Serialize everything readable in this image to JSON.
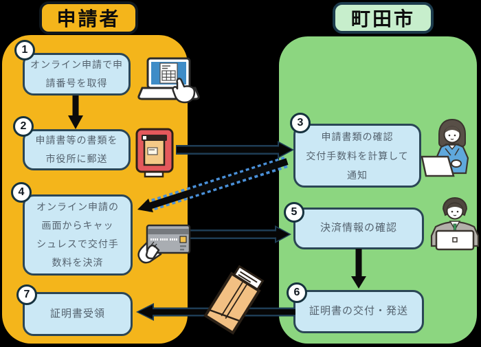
{
  "lanes": [
    {
      "title": "申請者"
    },
    {
      "title": "町田市"
    }
  ],
  "steps": [
    {
      "num": "1",
      "lane": "申請者",
      "icon": "laptop-cursor-icon",
      "lines": [
        "オンライン申請で申",
        "請番号を取得"
      ]
    },
    {
      "num": "2",
      "lane": "申請者",
      "icon": "mailbox-icon",
      "lines": [
        "申請書等の書類を",
        "市役所に郵送"
      ]
    },
    {
      "num": "3",
      "lane": "町田市",
      "icon": "woman-at-laptop-icon",
      "lines": [
        "申請書類の確認",
        "交付手数料を計算して",
        "通知"
      ]
    },
    {
      "num": "4",
      "lane": "申請者",
      "icon": "credit-card-hand-icon",
      "lines": [
        "オンライン申請の",
        "画面からキャッ",
        "シュレスで交付手",
        "数料を決済"
      ]
    },
    {
      "num": "5",
      "lane": "町田市",
      "icon": "man-at-laptop-icon",
      "lines": [
        "決済情報の確認"
      ]
    },
    {
      "num": "6",
      "lane": "町田市",
      "icon": "envelope-icon",
      "lines": [
        "証明書の交付・発送"
      ]
    },
    {
      "num": "7",
      "lane": "申請者",
      "lines": [
        "証明書受領"
      ]
    }
  ],
  "connections": [
    {
      "from": "1",
      "to": "2",
      "style": "solid-black"
    },
    {
      "from": "2",
      "to": "3",
      "style": "solid-black"
    },
    {
      "from": "3",
      "to": "4",
      "style": "black-with-blue-dashed-edges"
    },
    {
      "from": "4",
      "to": "5",
      "style": "solid-black"
    },
    {
      "from": "5",
      "to": "6",
      "style": "solid-black"
    },
    {
      "from": "6",
      "to": "7",
      "style": "solid-black"
    }
  ],
  "colors": {
    "background": "#000000",
    "applicant_lane": "#F4B51B",
    "city_lane": "#8CD680",
    "applicant_header_bg": "#F4B51B",
    "city_header_bg": "#C7EECC",
    "step_box_bg": "#CBE8F5",
    "step_box_border": "#2B4656",
    "step_text": "#54626E",
    "arrow": "#0B0B0B",
    "arrow_blue_edge": "#4A90D8"
  }
}
